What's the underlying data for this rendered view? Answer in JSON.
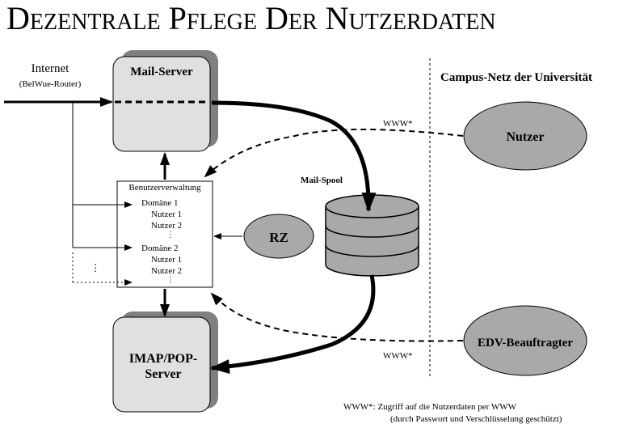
{
  "title": "Dezentrale Pflege der Nutzerdaten",
  "internet": {
    "label": "Internet",
    "sublabel": "(BelWue-Router)"
  },
  "mail_server": {
    "label": "Mail-Server"
  },
  "imap_server": {
    "line1": "IMAP/POP-",
    "line2": "Server"
  },
  "campus": {
    "label": "Campus-Netz der Universität"
  },
  "nutzer": {
    "label": "Nutzer"
  },
  "edv": {
    "label": "EDV-Beauftragter"
  },
  "rz": {
    "label": "RZ"
  },
  "mail_spool": {
    "label": "Mail-Spool"
  },
  "benutzerverwaltung": {
    "title": "Benutzerverwaltung",
    "entries": [
      {
        "text": "Domäne 1"
      },
      {
        "text": "Nutzer 1"
      },
      {
        "text": "Nutzer 2"
      },
      {
        "text": "⋮"
      },
      {
        "text": "Domäne 2"
      },
      {
        "text": "Nutzer 1"
      },
      {
        "text": "Nutzer 2"
      },
      {
        "text": "⋮"
      }
    ]
  },
  "www_top": "WWW*",
  "www_bottom": "WWW*",
  "footnote": {
    "line1": "WWW*: Zugriff auf die Nutzerdaten per WWW",
    "line2": "(durch Passwort und Verschlüsselung geschützt)"
  },
  "colors": {
    "box_fill": "#e0e0e0",
    "shadow": "#808080",
    "ellipse_fill": "#a9a9a9",
    "stroke": "#000000"
  }
}
